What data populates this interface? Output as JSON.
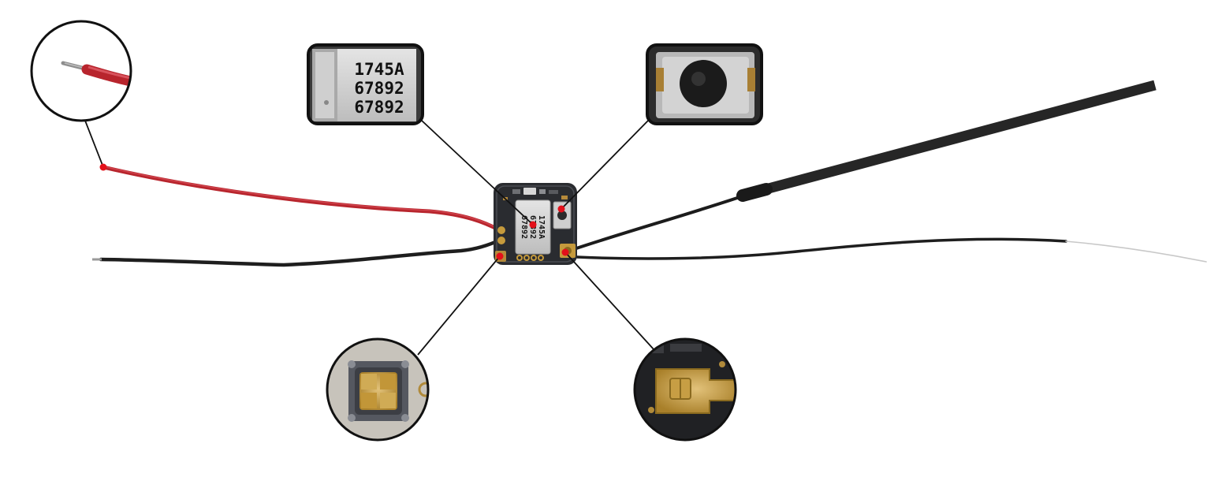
{
  "module": {
    "chip_marking": {
      "line1": "1745A",
      "line2": "67892",
      "line3": "67892"
    }
  },
  "colors": {
    "background": "#ffffff",
    "marker_dot": "#e3101a",
    "leader_line": "#111111",
    "callout_border": "#111111",
    "red_wire": "#b8252d",
    "black_wire": "#1e1e1e",
    "antenna_tube": "#262626",
    "bare_conductor": "#c8c8c8",
    "pcb": "#2a2c30",
    "shield_can": "#c9c9c9",
    "gold_pad": "#c59a3c"
  },
  "callouts": [
    {
      "id": "red-wire-tip",
      "shape": "circle",
      "icon": "stripped-wire-icon"
    },
    {
      "id": "chip",
      "shape": "rounded-rect",
      "icon": "shielded-chip-icon"
    },
    {
      "id": "button",
      "shape": "rounded-rect",
      "icon": "tactile-switch-icon"
    },
    {
      "id": "led",
      "shape": "circle",
      "icon": "smd-led-icon"
    },
    {
      "id": "antenna-connector",
      "shape": "circle",
      "icon": "ufl-connector-icon"
    }
  ]
}
